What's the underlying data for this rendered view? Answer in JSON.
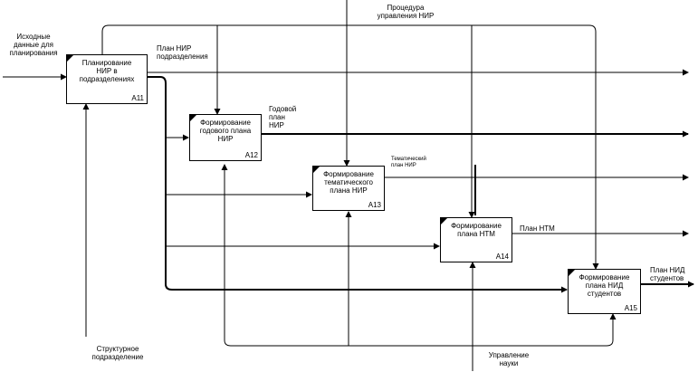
{
  "boxes": [
    {
      "id": "a11",
      "title": "Планирование\nНИР в\nподразделениях",
      "number": "A11"
    },
    {
      "id": "a12",
      "title": "Формирование\nгодового плана\nНИР",
      "number": "A12"
    },
    {
      "id": "a13",
      "title": "Формирование\nтематического\nплана НИР",
      "number": "A13"
    },
    {
      "id": "a14",
      "title": "Формирование\nплана НТМ",
      "number": "A14"
    },
    {
      "id": "a15",
      "title": "Формирование\nплана НИД\nстудентов",
      "number": "A15"
    }
  ],
  "labels": {
    "input_data": "Исходные\nданные для\nпланирования",
    "control_procedure": "Процедура\nуправления НИР",
    "plan_dept": "План НИР\nподразделения",
    "annual_plan": "Годовой\nплан\nНИР",
    "thematic_plan": "Тематический\nплан НИР",
    "ntm_plan": "План НТМ",
    "nid_plan": "План НИД\nстудентов",
    "structural_unit": "Структурное\nподразделение",
    "science_mgmt": "Управление\nнауки"
  }
}
